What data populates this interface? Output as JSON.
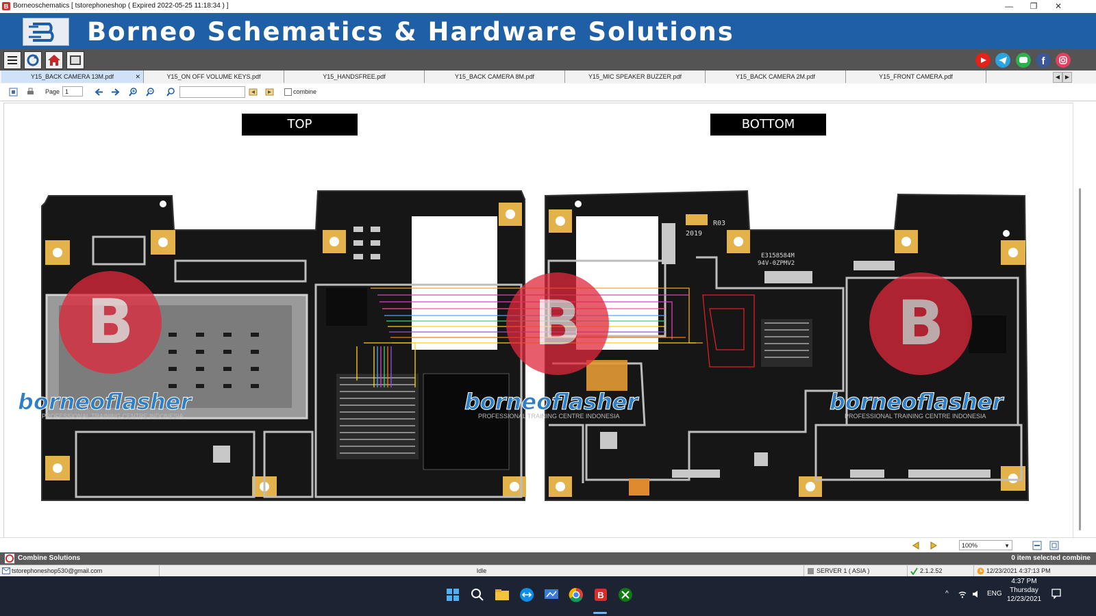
{
  "window": {
    "title": "Borneoschematics [ tstorephoneshop ( Expired 2022-05-25 11:18:34 ) ]",
    "minimize": "—",
    "restore": "❐",
    "close": "✕"
  },
  "banner": {
    "title": "Borneo Schematics & Hardware Solutions"
  },
  "tabs": [
    {
      "label": "Y15_BACK CAMERA 13M.pdf"
    },
    {
      "label": "Y15_ON OFF VOLUME KEYS.pdf"
    },
    {
      "label": "Y15_HANDSFREE.pdf"
    },
    {
      "label": "Y15_BACK CAMERA 8M.pdf"
    },
    {
      "label": "Y15_MIC SPEAKER BUZZER.pdf"
    },
    {
      "label": "Y15_BACK CAMERA 2M.pdf"
    },
    {
      "label": "Y15_FRONT CAMERA.pdf"
    }
  ],
  "tab_close": "✕",
  "pdf_toolbar": {
    "page_label": "Page",
    "page_value": "1",
    "search_value": "",
    "combine_label": "combine"
  },
  "document": {
    "top_label": "TOP",
    "bottom_label": "BOTTOM",
    "watermark_text": "borneoflasher",
    "watermark_sub": "PROFESSIONAL TRAINING CENTRE INDONESIA",
    "board_marks": [
      "R03",
      "2019",
      "E3158584M",
      "94V-0ZPMV2"
    ]
  },
  "navbar": {
    "zoom": "100%"
  },
  "combine_bar": {
    "title": "Combine Solutions",
    "count": "0 item selected combine"
  },
  "status": {
    "email": "tstorephoneshop530@gmail.com",
    "state": "Idle",
    "server": "SERVER 1 ( ASIA )",
    "version": "2.1.2.52",
    "datetime": "12/23/2021 4:37:13 PM"
  },
  "taskbar": {
    "lang": "ENG",
    "time": "4:37 PM",
    "day": "Thursday",
    "date": "12/23/2021"
  },
  "colors": {
    "banner": "#1f5fa6",
    "toolbar": "#545454",
    "pcb": "#1a1a1a",
    "gold": "#e3b24a",
    "watermark_red": "#e0283c",
    "watermark_blue": "#2f7fc8"
  }
}
